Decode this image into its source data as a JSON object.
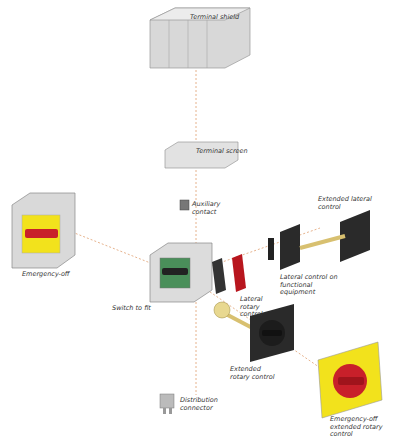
{
  "diagram": {
    "labels": [
      "Terminal shield",
      "Terminal screen",
      "Auxiliary contact",
      "Extended lateral control",
      "Emergency-off",
      "Switch to fit",
      "Lateral rotary control",
      "Lateral control on functional equipment",
      "Extended rotary control",
      "Emergency-off extended rotary control",
      "Distribution connector"
    ]
  }
}
